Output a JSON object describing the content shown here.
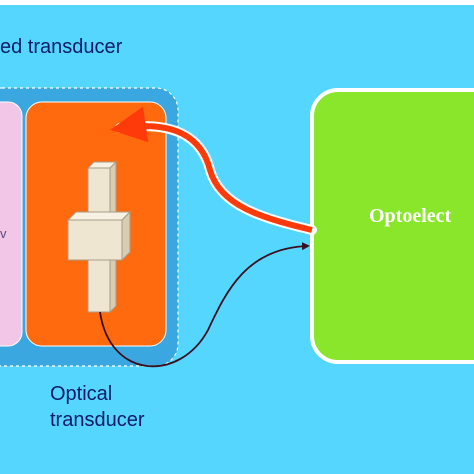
{
  "labels": {
    "top": "ed transducer",
    "optical": [
      "Optical",
      "transducer"
    ],
    "opto": "Optoelect",
    "pink_fragment": "v"
  },
  "colors": {
    "background": "#55d6ff",
    "module_fill": "#3aa7e0",
    "pink_block": "#f2c6e6",
    "orange_block": "#ff6a0e",
    "green_block": "#8ae62a",
    "arrow_red": "#ff3a0a",
    "signal_line": "#3a1020",
    "transducer_part": "#efe6d2"
  }
}
